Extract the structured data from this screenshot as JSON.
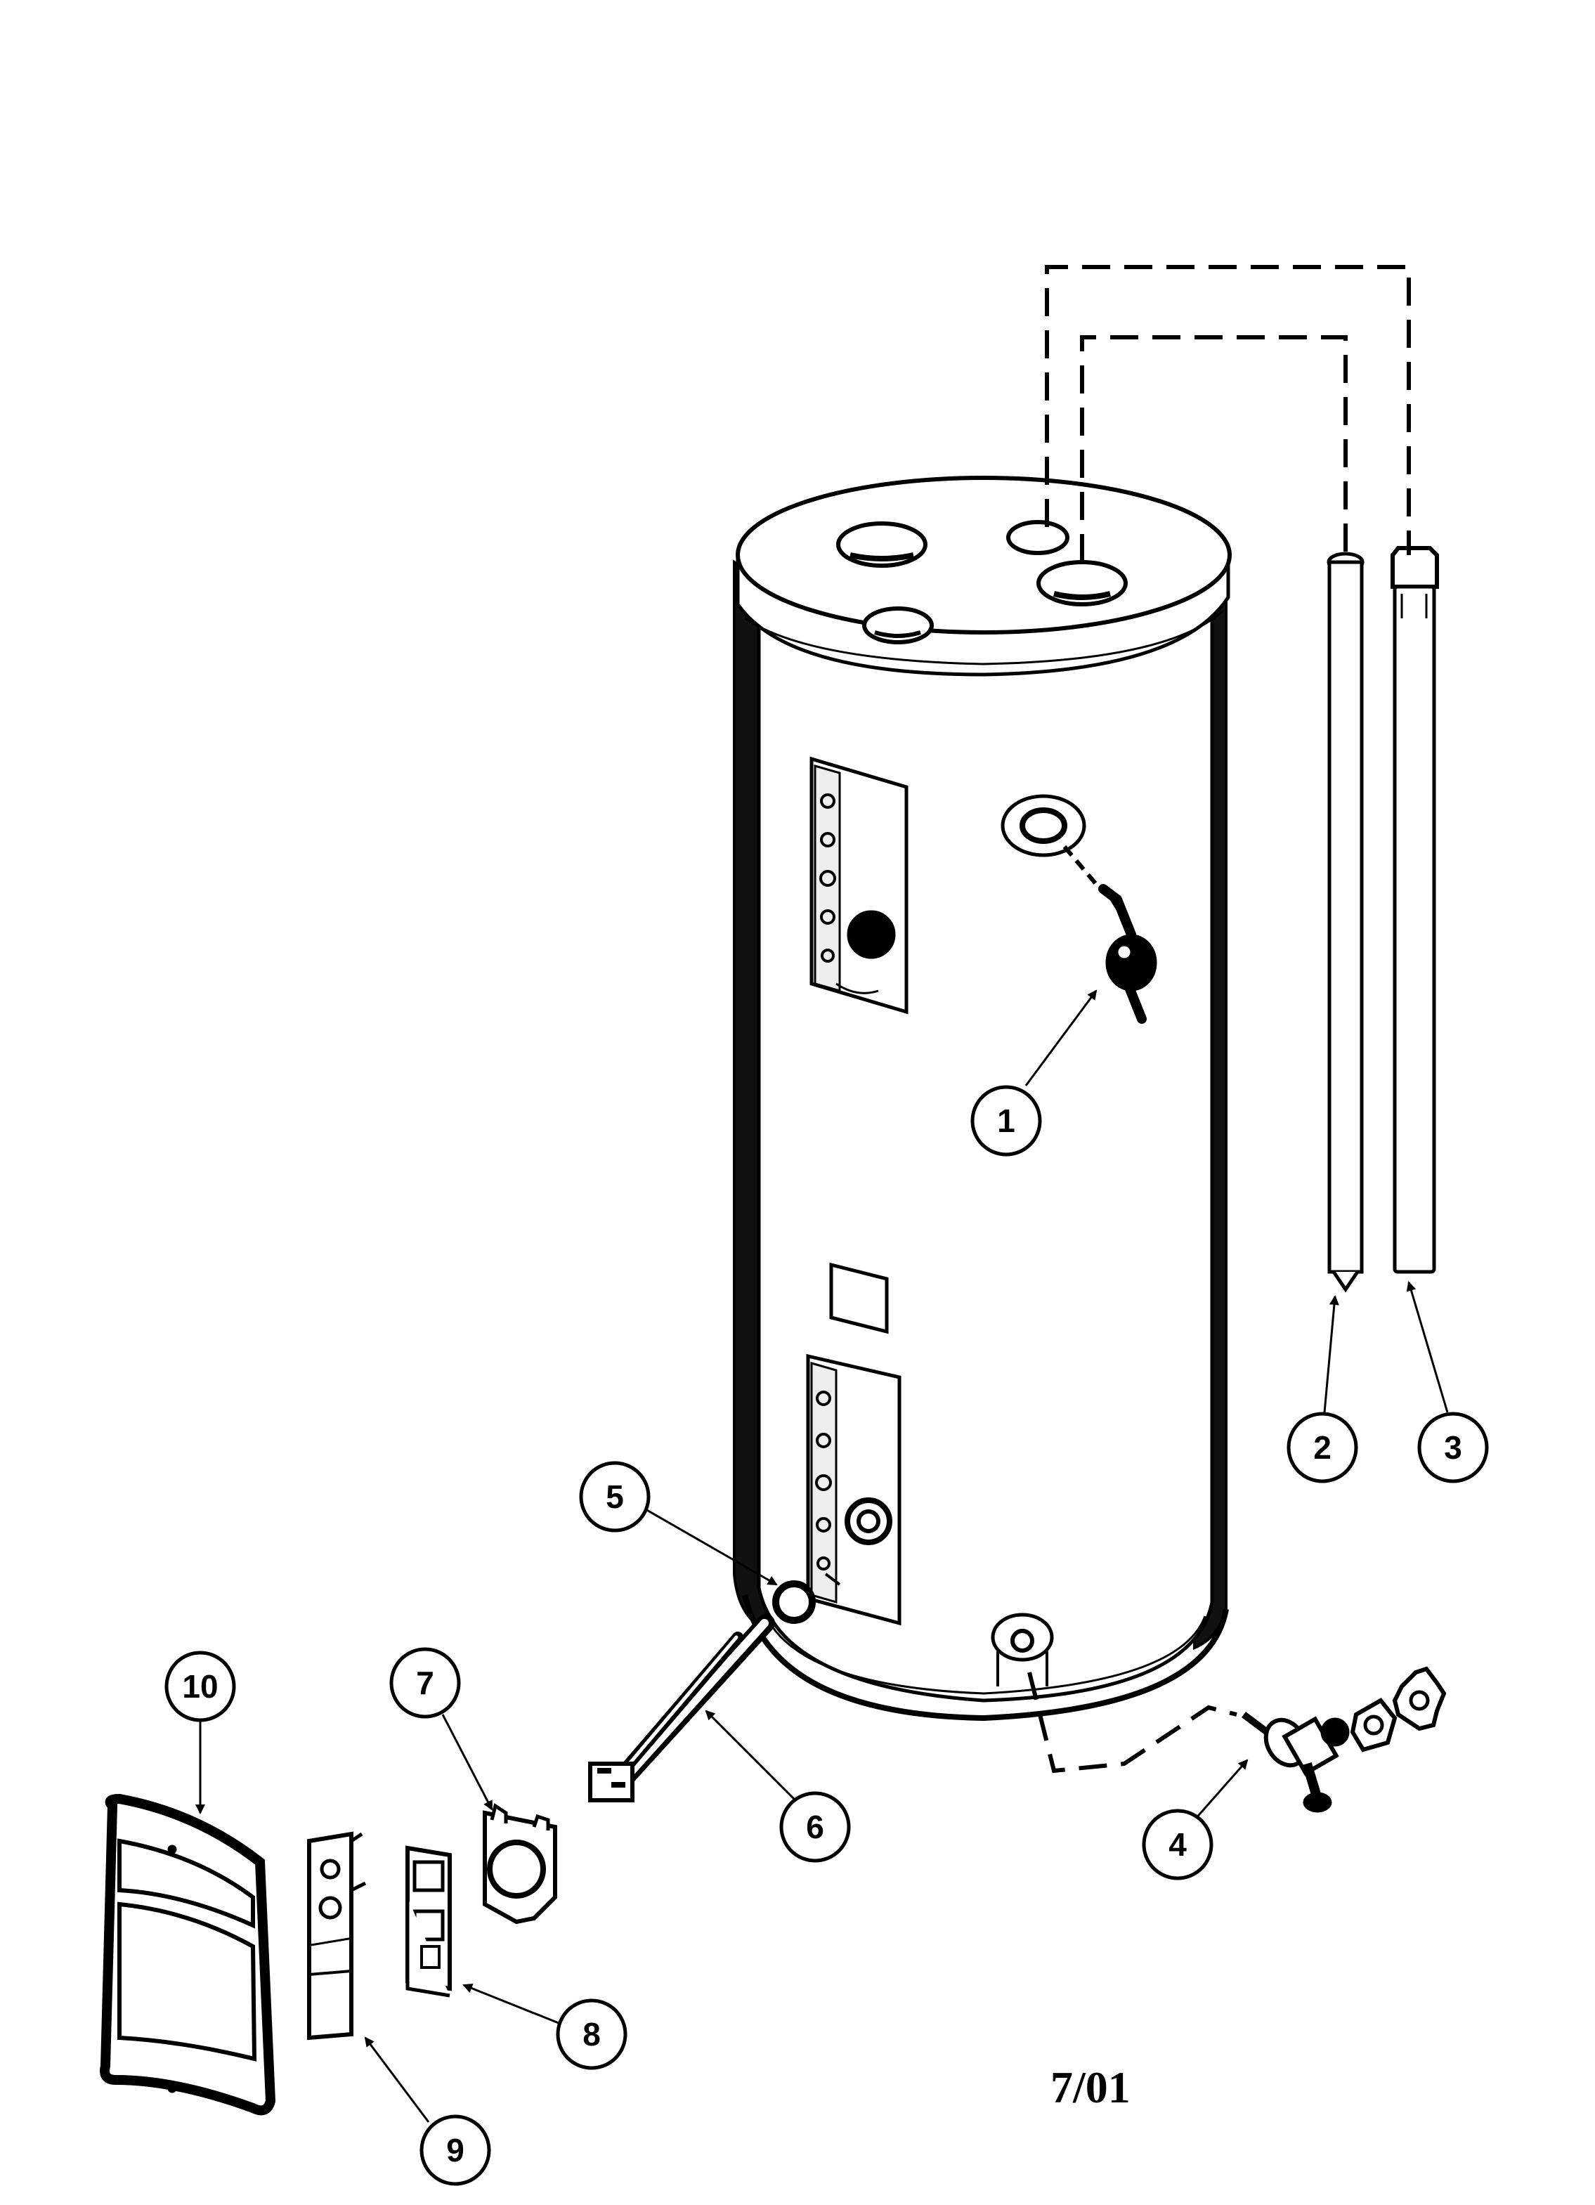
{
  "diagram": {
    "callouts": [
      {
        "id": "1",
        "label": "1"
      },
      {
        "id": "2",
        "label": "2"
      },
      {
        "id": "3",
        "label": "3"
      },
      {
        "id": "4",
        "label": "4"
      },
      {
        "id": "5",
        "label": "5"
      },
      {
        "id": "6",
        "label": "6"
      },
      {
        "id": "7",
        "label": "7"
      },
      {
        "id": "8",
        "label": "8"
      },
      {
        "id": "9",
        "label": "9"
      },
      {
        "id": "10",
        "label": "10"
      }
    ],
    "date_label": "7/01"
  }
}
